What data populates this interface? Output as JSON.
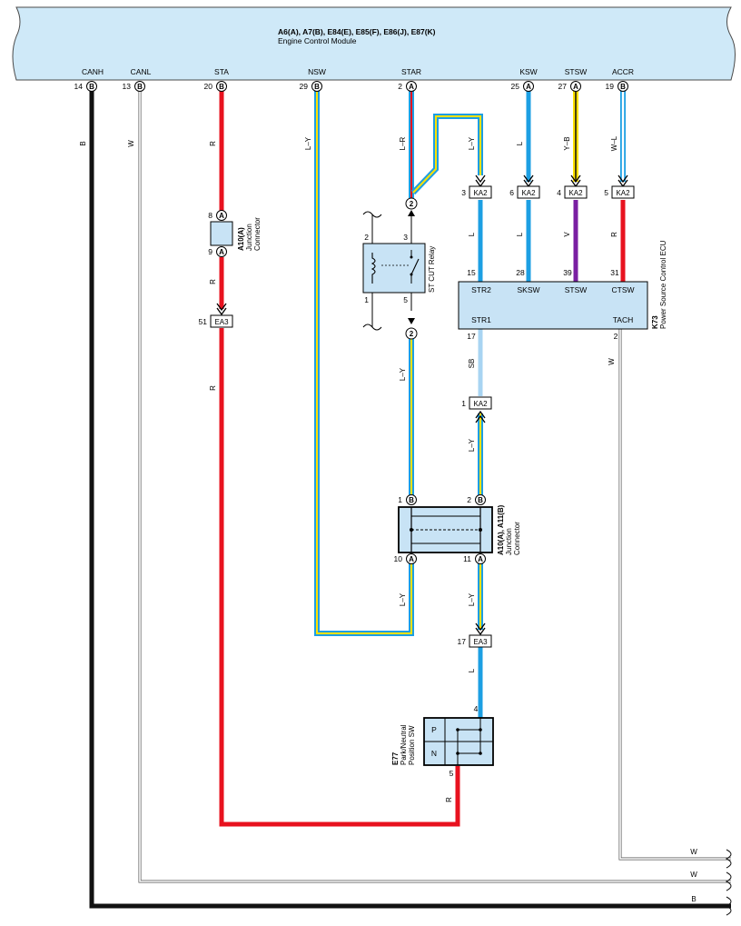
{
  "ecm": {
    "title": "A6(A), A7(B), E84(E), E85(F), E86(J), E87(K)",
    "subtitle": "Engine Control Module",
    "terminals": [
      {
        "signal": "CANH",
        "pin": "14",
        "conn": "B"
      },
      {
        "signal": "CANL",
        "pin": "13",
        "conn": "B"
      },
      {
        "signal": "STA",
        "pin": "20",
        "conn": "B"
      },
      {
        "signal": "NSW",
        "pin": "29",
        "conn": "B"
      },
      {
        "signal": "STAR",
        "pin": "2",
        "conn": "A"
      },
      {
        "signal": "KSW",
        "pin": "25",
        "conn": "A"
      },
      {
        "signal": "STSW",
        "pin": "27",
        "conn": "A"
      },
      {
        "signal": "ACCR",
        "pin": "19",
        "conn": "B"
      }
    ]
  },
  "wires": {
    "canh": "B",
    "canl": "W",
    "sta": "R",
    "nsw": "L–Y",
    "star": "L–R",
    "ksw": "L",
    "stsw": "Y–B",
    "accr": "W–L",
    "star_ka2": "L–Y",
    "str2": "L",
    "sksw": "L",
    "stsw_ecu": "V",
    "ctsw": "R",
    "sta_lower": "R",
    "sta_ea3": "R",
    "relay_out": "L–Y",
    "str1": "SB",
    "ka2_jc": "L–Y",
    "jc_left": "L–Y",
    "jc_right": "L–Y",
    "ea3_sw": "L",
    "sw_out": "R",
    "tach": "W",
    "bottom_w1": "W",
    "bottom_w2": "W",
    "bottom_b": "B"
  },
  "ka2_connectors": [
    {
      "pin": "3",
      "name": "KA2"
    },
    {
      "pin": "6",
      "name": "KA2"
    },
    {
      "pin": "4",
      "name": "KA2"
    },
    {
      "pin": "5",
      "name": "KA2"
    },
    {
      "pin": "1",
      "name": "KA2"
    }
  ],
  "ea3_connectors": [
    {
      "pin": "51",
      "name": "EA3"
    },
    {
      "pin": "17",
      "name": "EA3"
    }
  ],
  "jc_small": {
    "name": "A10(A)",
    "desc1": "Junction",
    "desc2": "Connector",
    "pin_top": "8",
    "pin_bottom": "9",
    "conn": "A"
  },
  "relay": {
    "name": "ST CUT Relay",
    "pin2": "2",
    "pin1": "1",
    "pin3": "3",
    "pin5": "5",
    "circle_top": "2",
    "circle_bottom": "2"
  },
  "psecu": {
    "code": "K73",
    "name": "Power Source Control ECU",
    "terminals": [
      {
        "signal": "STR2",
        "pin": "15"
      },
      {
        "signal": "SKSW",
        "pin": "28"
      },
      {
        "signal": "STSW",
        "pin": "39"
      },
      {
        "signal": "CTSW",
        "pin": "31"
      }
    ],
    "str1": {
      "signal": "STR1",
      "pin": "17"
    },
    "tach": {
      "signal": "TACH",
      "pin": "2"
    }
  },
  "jc_big": {
    "name": "A10(A), A11(B)",
    "desc1": "Junction",
    "desc2": "Connector",
    "pin1": "1",
    "pin2": "2",
    "pin10": "10",
    "pin11": "11",
    "conn_top": "B",
    "conn_bottom": "A"
  },
  "pnsw": {
    "code": "E77",
    "name1": "Park/Neutral",
    "name2": "Position SW",
    "pos_p": "P",
    "pos_n": "N",
    "pin_top": "4",
    "pin_bottom": "5"
  },
  "colors": {
    "header_bg": "#cfe9f8",
    "box_bg": "#c8e3f5",
    "red": "#e8121f",
    "blue": "#1c9fe3",
    "yellow": "#ffe100",
    "purple": "#7a1fa2",
    "light_blue": "#a8d4f2",
    "black": "#111111"
  }
}
